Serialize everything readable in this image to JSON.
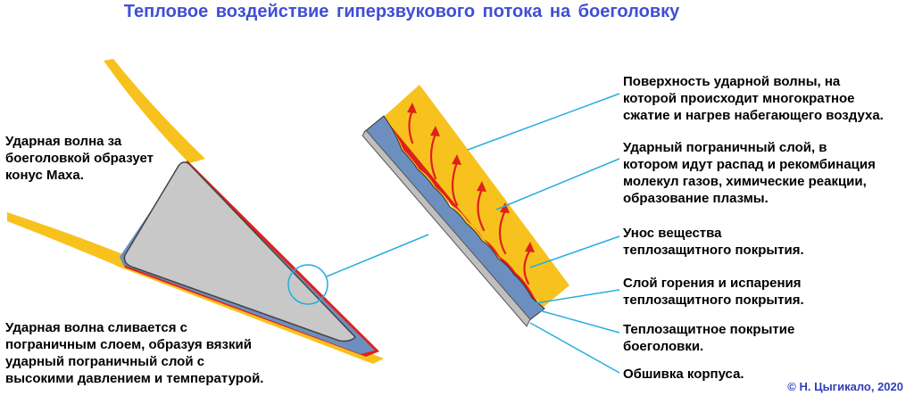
{
  "title": "Тепловое воздействие  гиперзвукового  потока  на боеголовку",
  "left_notes": {
    "mach_cone": "Ударная волна за\nбоеголовкой образует\nконус Маха.",
    "merge": "Ударная волна сливается с\nпограничным слоем, образуя вязкий\nударный пограничный слой с\nвысокими давлением и температурой."
  },
  "layer_labels": [
    "Поверхность ударной волны, на\nкоторой происходит многократное\nсжатие и нагрев набегающего воздуха.",
    "Ударный пограничный слой, в\nкотором идут распад и рекомбинация\nмолекул газов, химические реакции,\nобразование плазмы.",
    "Унос вещества\nтеплозащитного покрытия.",
    "Слой горения и испарения\nтеплозащитного покрытия.",
    "Теплозащитное покрытие\nбоеголовки.",
    "Обшивка корпуса."
  ],
  "credit": "© Н. Цыгикало, 2020",
  "colors": {
    "title": "#3f4fd6",
    "shock_wave": "#f8c21e",
    "burn_layer": "#e0201c",
    "heat_shield": "#6d8fc0",
    "body": "#c8c8c8",
    "callout_line": "#27aee0"
  }
}
